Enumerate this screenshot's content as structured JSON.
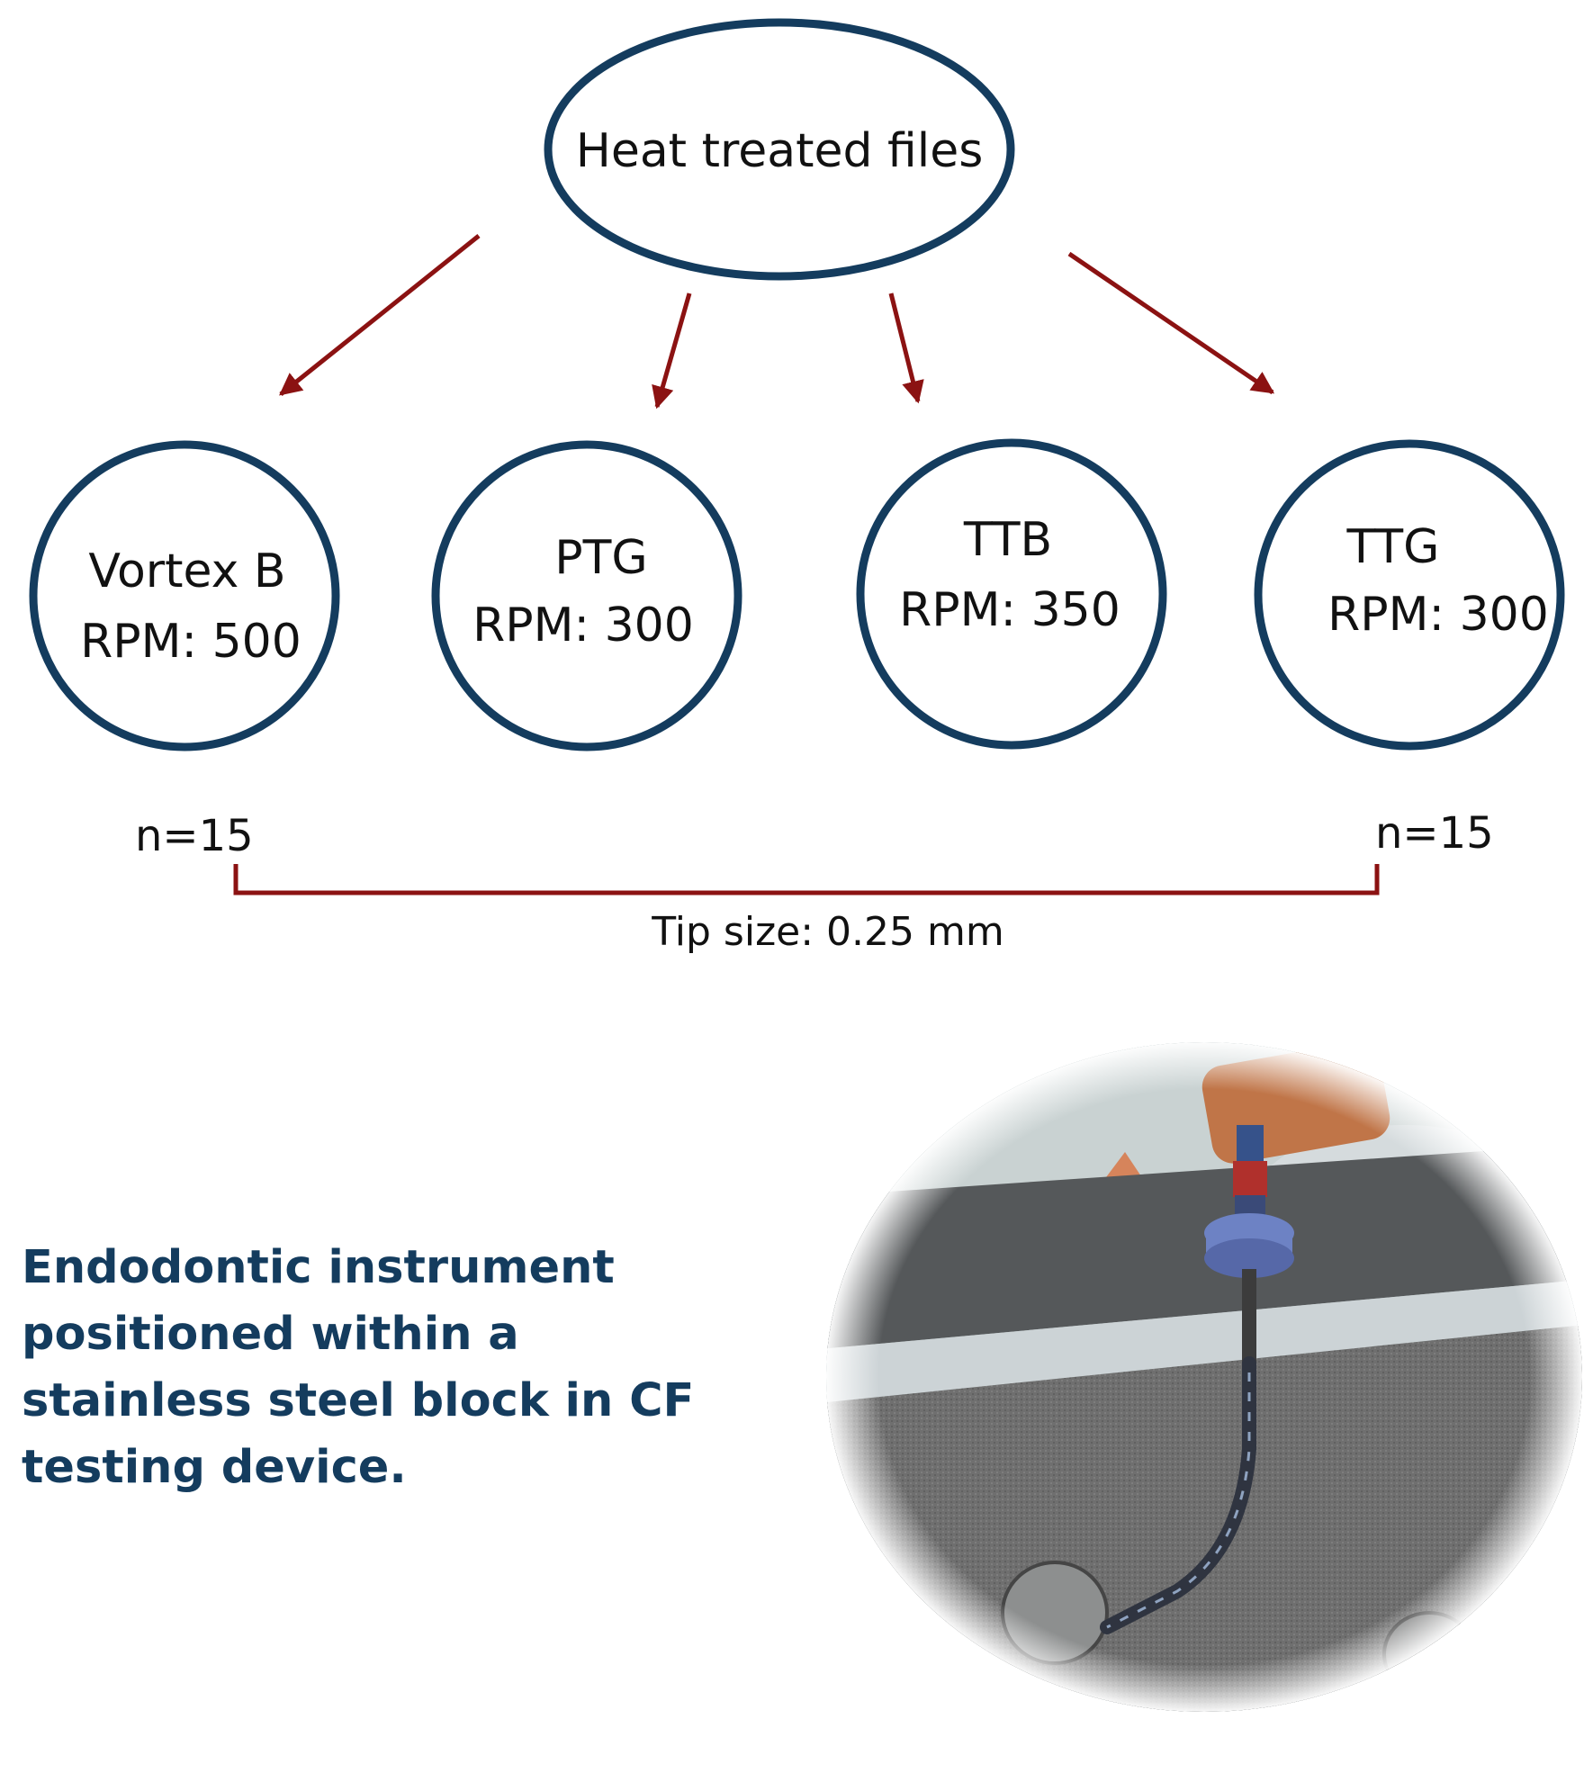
{
  "root": {
    "label": "Heat treated files"
  },
  "groups": [
    {
      "name": "Vortex B",
      "rpm": "RPM: 500"
    },
    {
      "name": "PTG",
      "rpm": "RPM: 300"
    },
    {
      "name": "TTB",
      "rpm": "RPM: 350"
    },
    {
      "name": "TTG",
      "rpm": "RPM: 300"
    }
  ],
  "sample_left": "n=15",
  "sample_right": "n=15",
  "tip_size": "Tip size: 0.25 mm",
  "caption": "Endodontic instrument positioned within a stainless steel block in CF testing device.",
  "colors": {
    "outline": "#143c5e",
    "arrow": "#8b1212",
    "text": "#111111"
  }
}
